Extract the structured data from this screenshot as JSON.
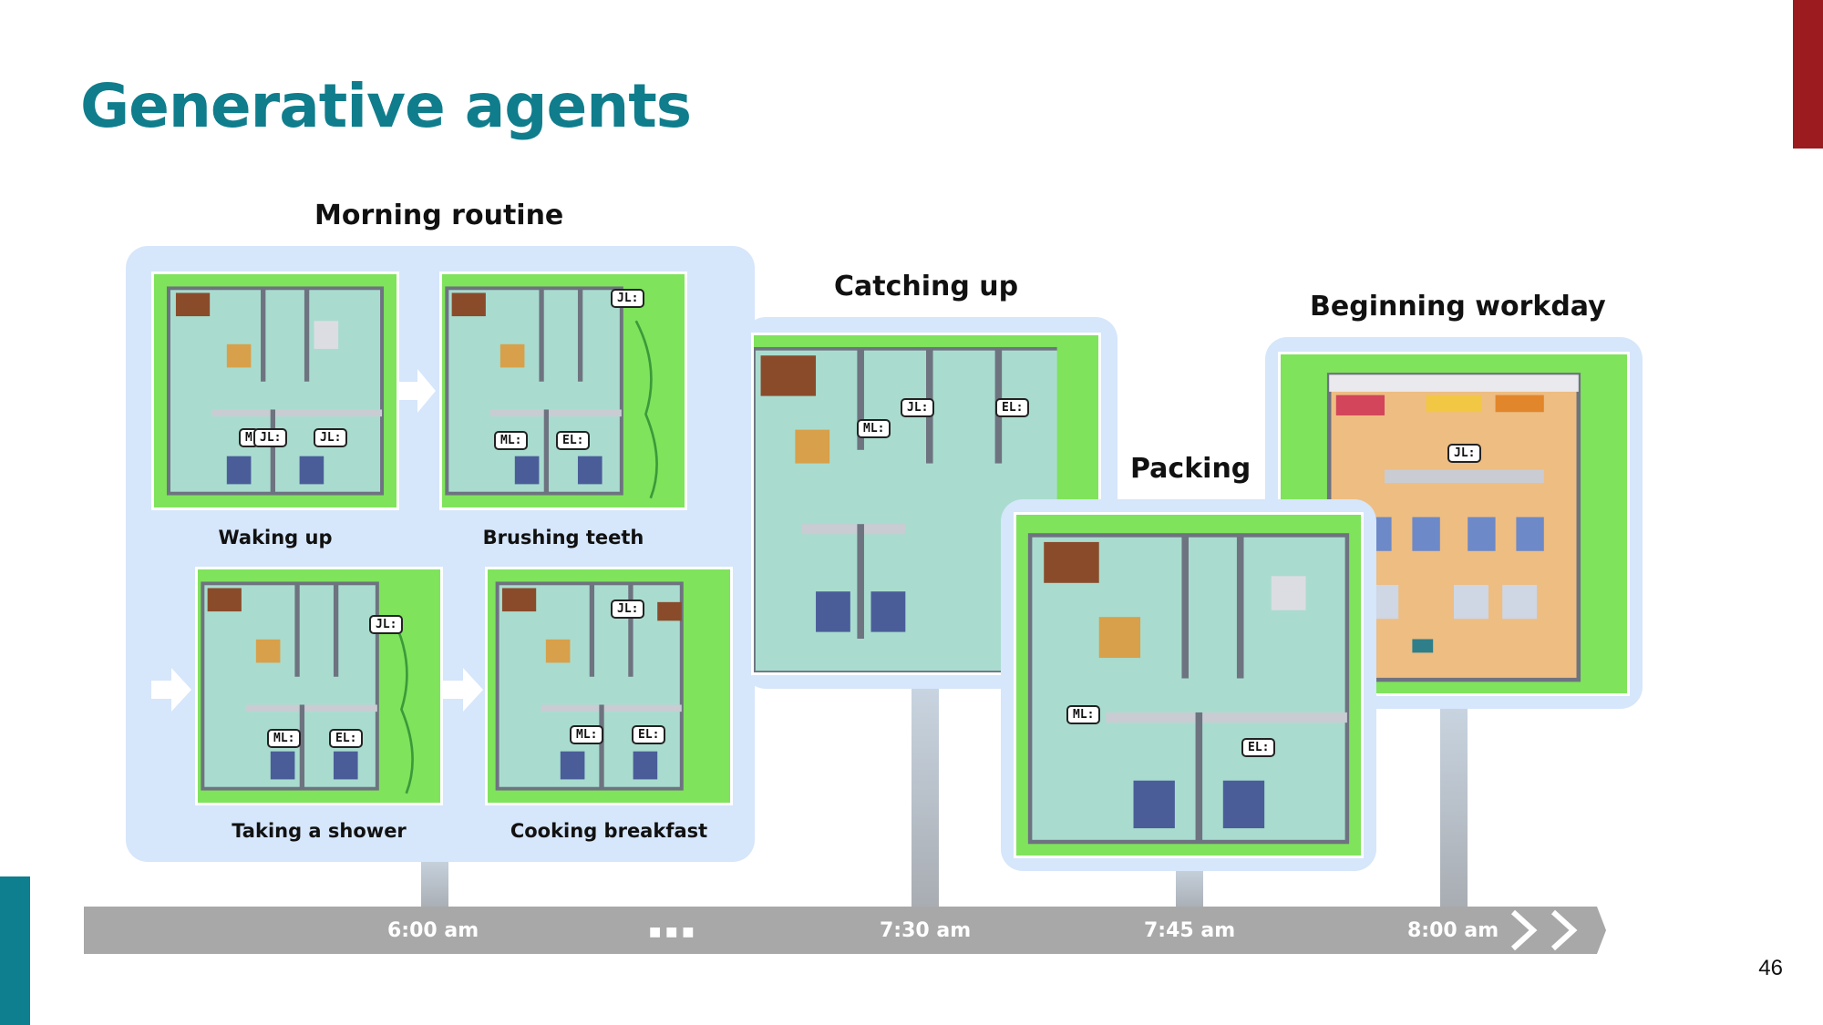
{
  "slide": {
    "title": "Generative agents",
    "page_number": "46"
  },
  "figure": {
    "sections": {
      "morning": "Morning routine",
      "catching": "Catching up",
      "packing": "Packing",
      "workday": "Beginning workday"
    },
    "captions": {
      "waking": "Waking up",
      "brushing": "Brushing teeth",
      "shower": "Taking a shower",
      "breakfast": "Cooking breakfast"
    },
    "bubbles": {
      "jl": "JL:",
      "ml": "ML:",
      "el": "EL:",
      "m": "M"
    },
    "timeline": {
      "t1": "6:00 am",
      "dots": "■ ■ ■",
      "t2": "7:30 am",
      "t3": "7:45 am",
      "t4": "8:00 am"
    }
  },
  "colors": {
    "title": "#0f7d8c",
    "accent_red": "#9b1b1f",
    "accent_teal": "#0d7f8f",
    "panel": "#d6e6fb",
    "grass": "#7fe35c",
    "floor": "#a9dccf",
    "timeline": "#a8a8a8"
  }
}
